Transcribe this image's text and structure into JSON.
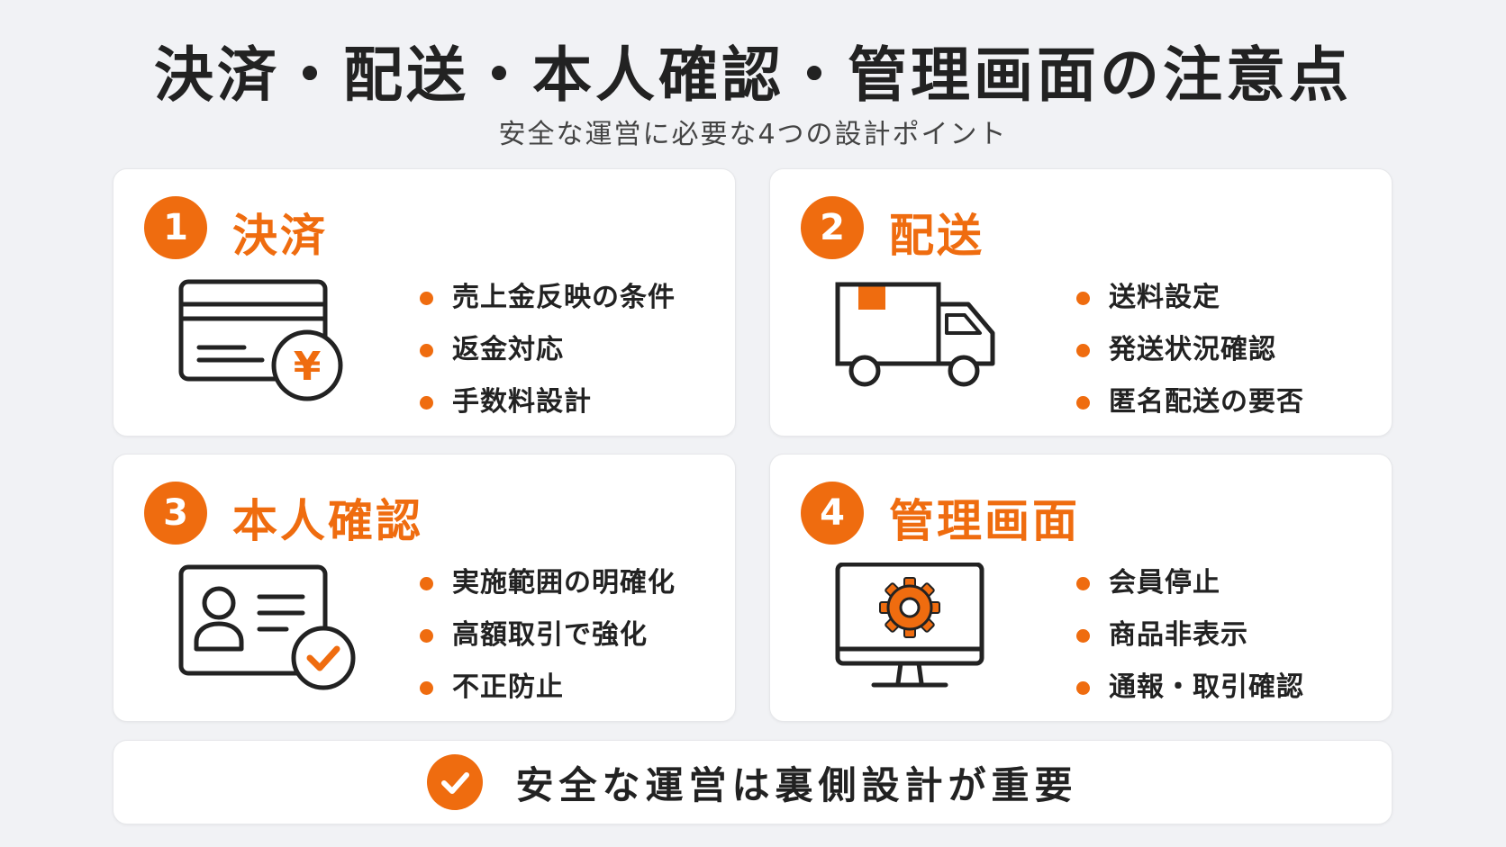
{
  "header": {
    "title": "決済・配送・本人確認・管理画面の注意点",
    "subtitle": "安全な運営に必要な4つの設計ポイント"
  },
  "colors": {
    "accent": "#ef6c0f",
    "background": "#f1f2f5",
    "card": "#ffffff",
    "text": "#222222"
  },
  "cards": [
    {
      "number": "1",
      "title": "決済",
      "icon": "credit-card-yen-icon",
      "items": [
        "売上金反映の条件",
        "返金対応",
        "手数料設計"
      ]
    },
    {
      "number": "2",
      "title": "配送",
      "icon": "delivery-truck-icon",
      "items": [
        "送料設定",
        "発送状況確認",
        "匿名配送の要否"
      ]
    },
    {
      "number": "3",
      "title": "本人確認",
      "icon": "id-card-check-icon",
      "items": [
        "実施範囲の明確化",
        "高額取引で強化",
        "不正防止"
      ]
    },
    {
      "number": "4",
      "title": "管理画面",
      "icon": "monitor-gear-icon",
      "items": [
        "会員停止",
        "商品非表示",
        "通報・取引確認"
      ]
    }
  ],
  "footer": {
    "icon": "check-circle-icon",
    "text": "安全な運営は裏側設計が重要"
  }
}
